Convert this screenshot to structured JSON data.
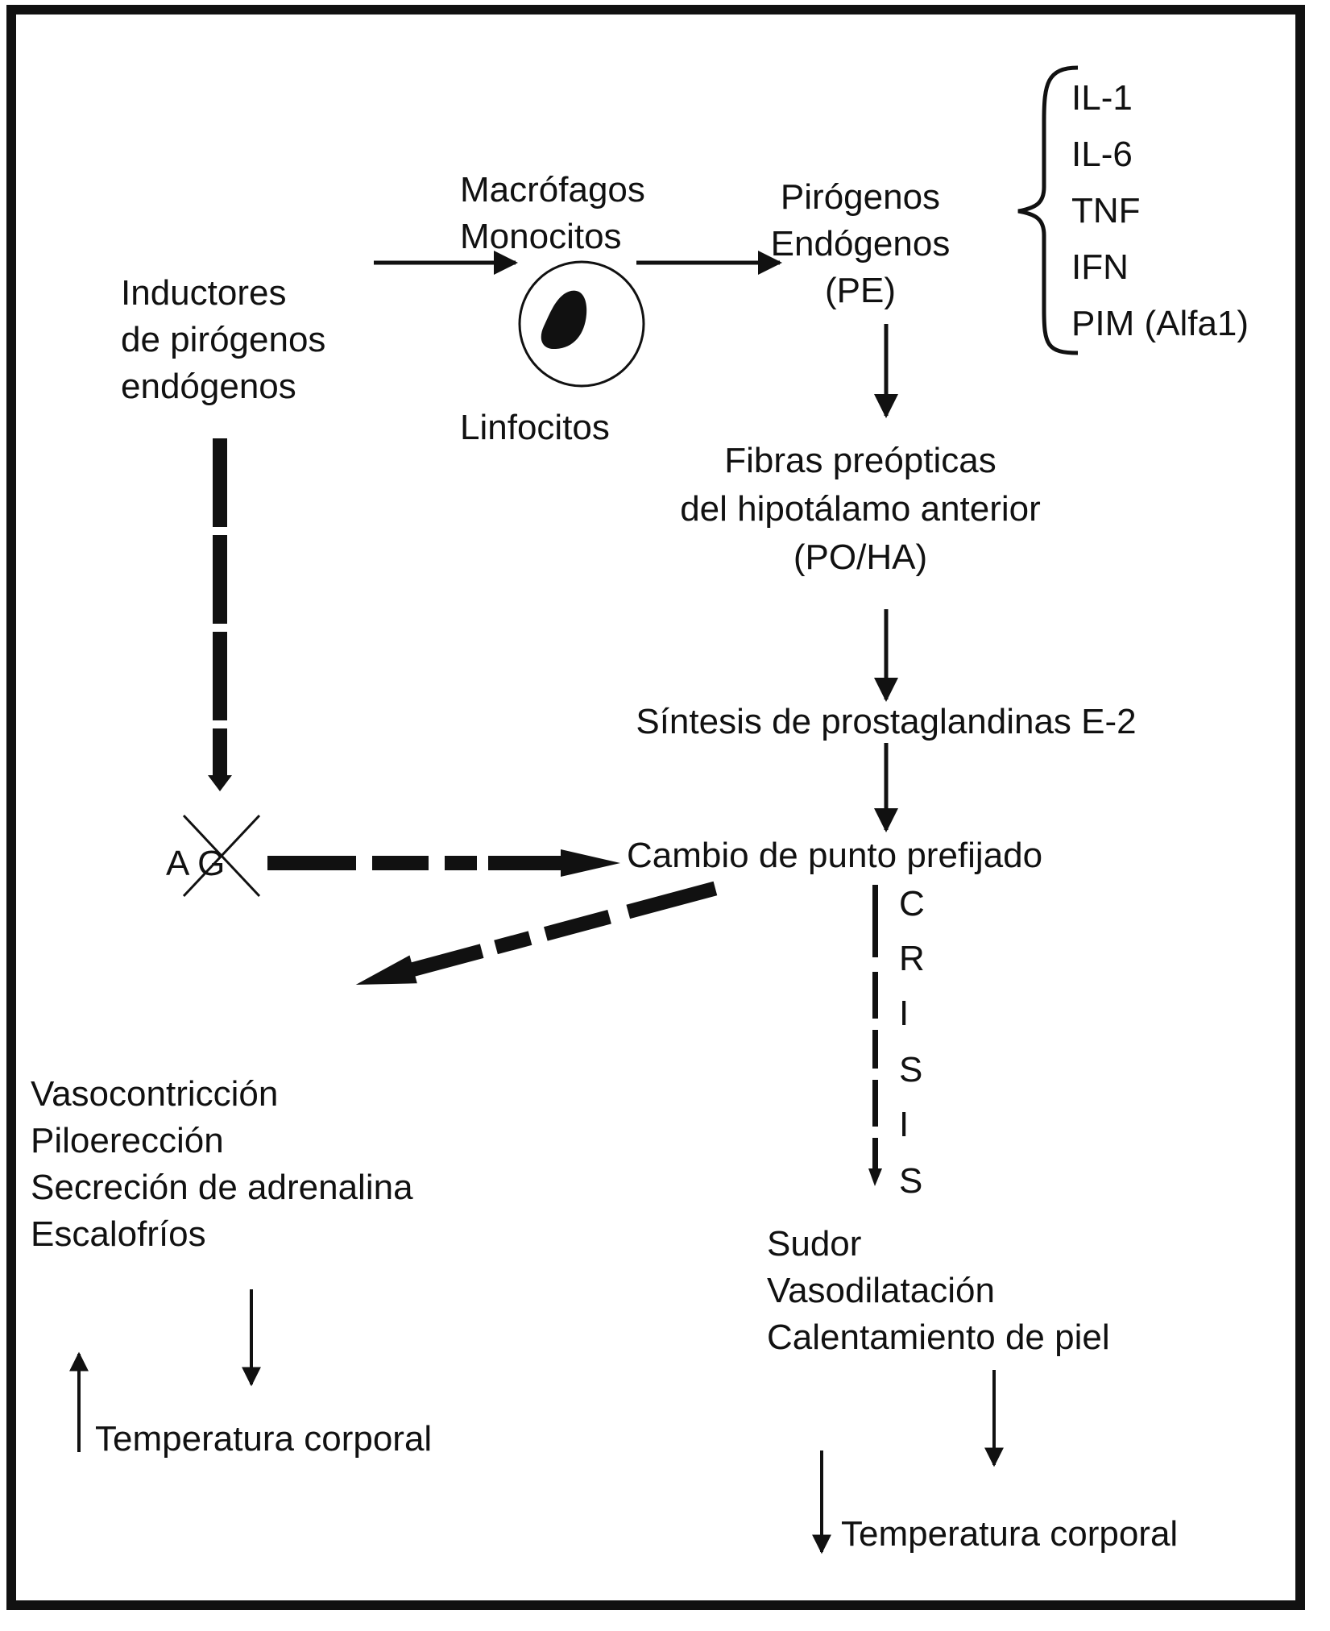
{
  "diagram": {
    "inducers": {
      "line1": "Inductores",
      "line2": "de pirógenos",
      "line3": "endógenos"
    },
    "cells": {
      "macrophages": "Macrófagos",
      "monocytes": "Monocitos",
      "lymphocytes": "Linfocitos"
    },
    "pyrogens": {
      "line1": "Pirógenos",
      "line2": "Endógenos",
      "line3": "(PE)"
    },
    "cytokines": [
      "IL-1",
      "IL-6",
      "TNF",
      "IFN",
      "PIM (Alfa1)"
    ],
    "hypothalamus": {
      "line1": "Fibras preópticas",
      "line2": "del hipotálamo anterior",
      "line3": "(PO/HA)"
    },
    "prostaglandin": "Síntesis de prostaglandinas E-2",
    "ag_label": "A G",
    "setpoint": "Cambio de punto prefijado",
    "crisis_letters": [
      "C",
      "R",
      "I",
      "S",
      "I",
      "S"
    ],
    "heat_gain": [
      "Vasocontricción",
      "Piloerección",
      "Secreción de adrenalina",
      "Escalofríos"
    ],
    "heat_loss": [
      "Sudor",
      "Vasodilatación",
      "Calentamiento de piel"
    ],
    "temp_left": "Temperatura corporal",
    "temp_right": "Temperatura corporal"
  }
}
